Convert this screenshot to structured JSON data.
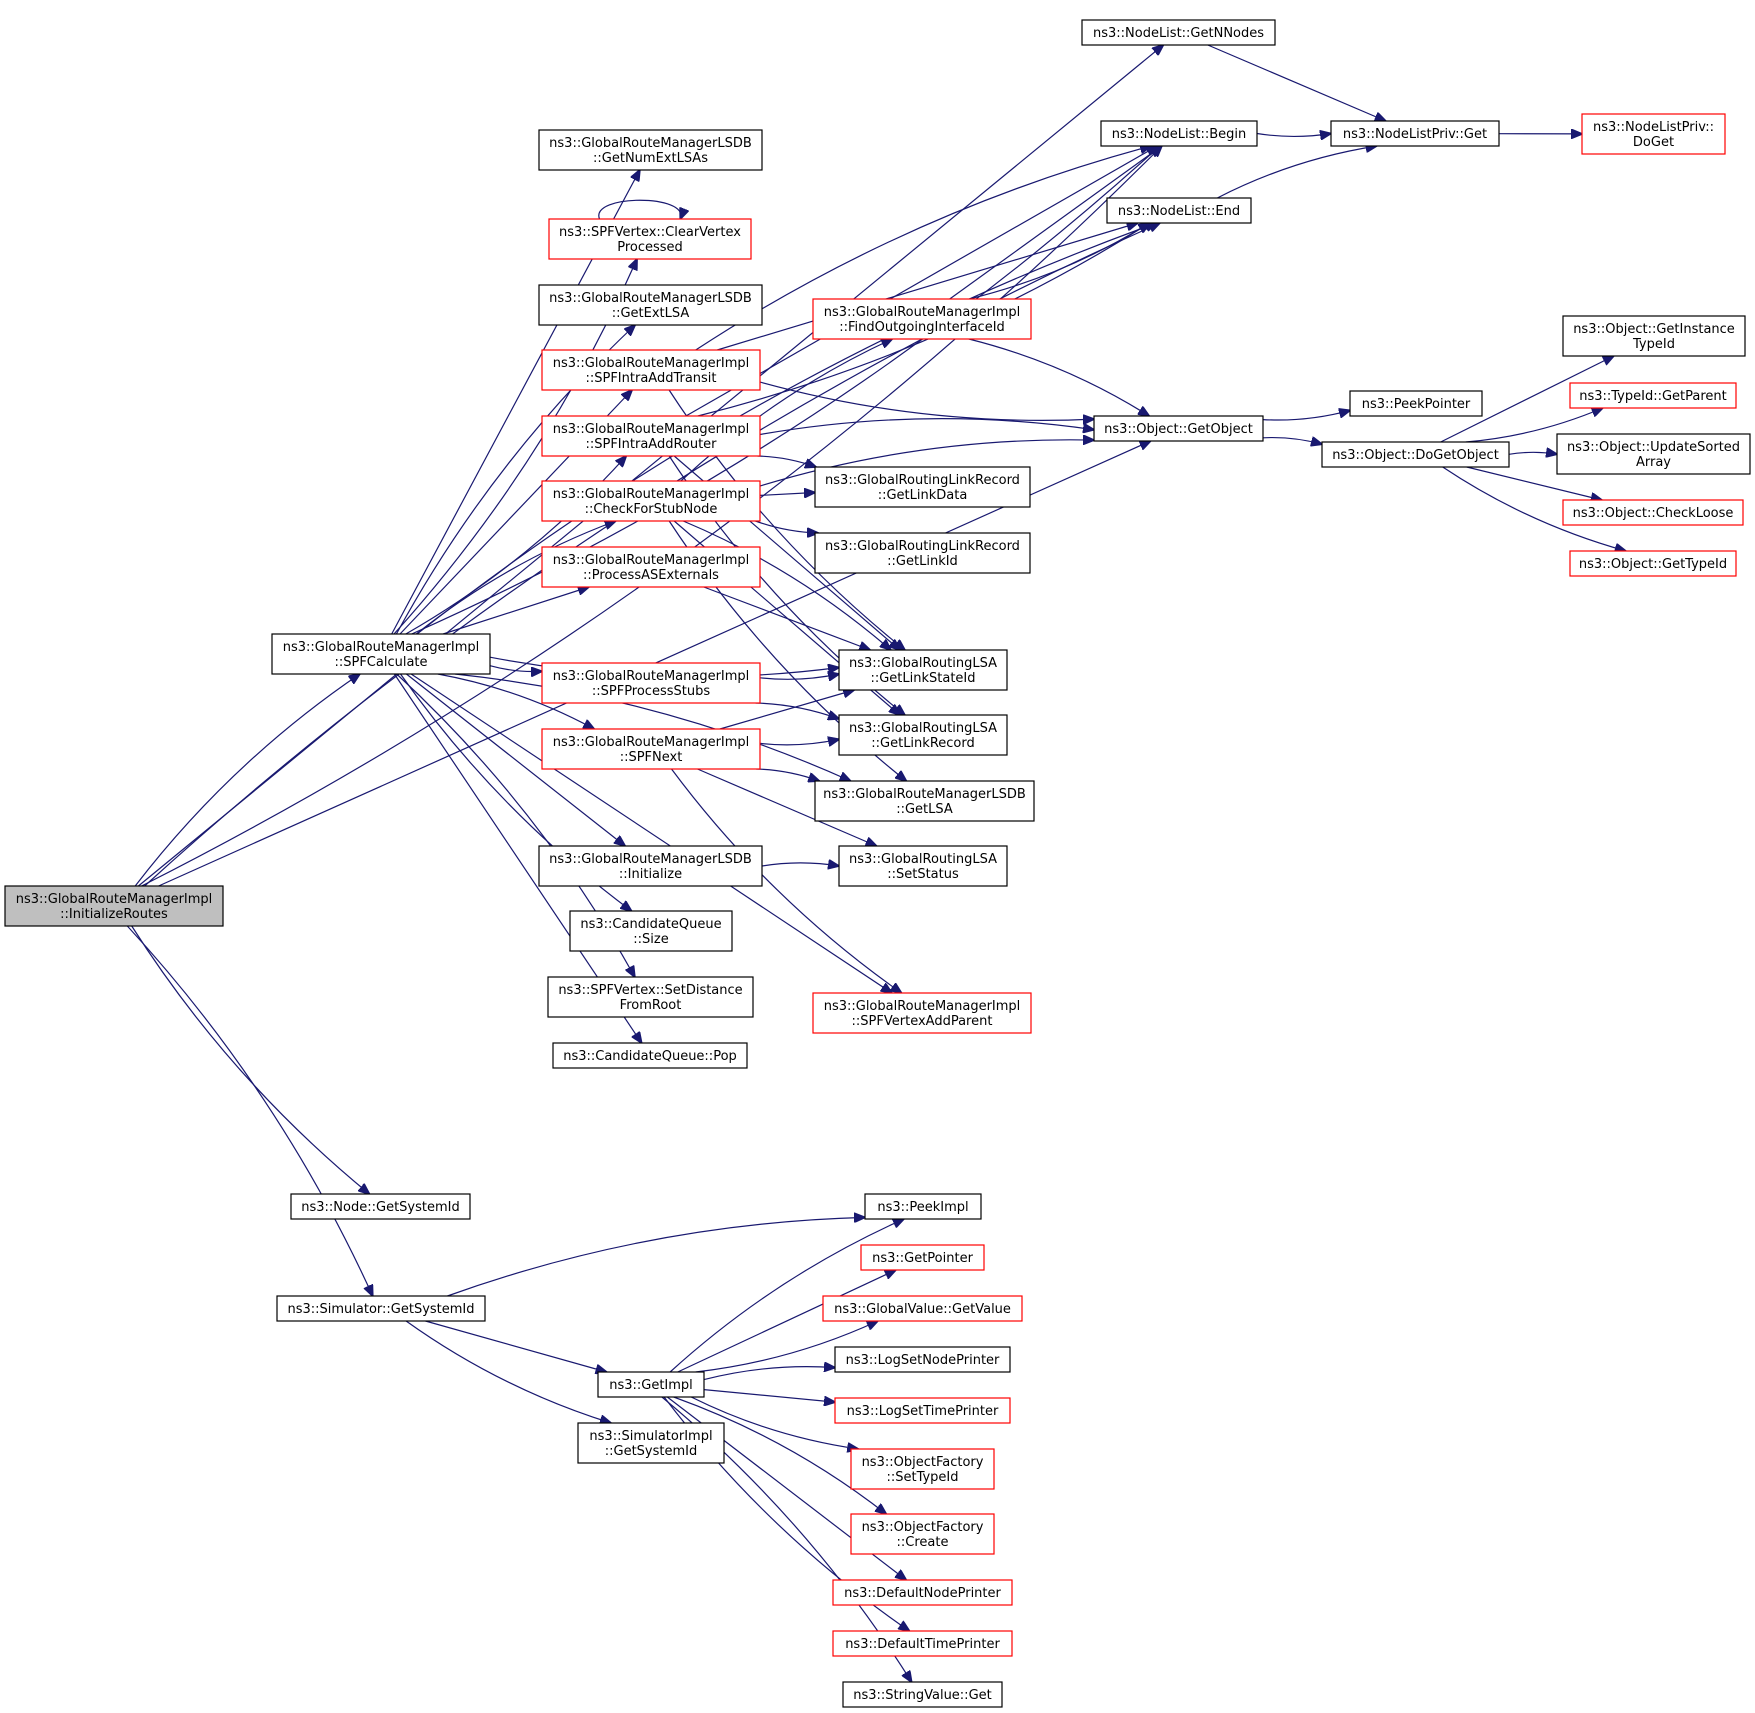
{
  "title": "ns3::GlobalRouteManagerImpl::InitializeRoutes call graph",
  "colors": {
    "edge": "#191970",
    "documented_border": "#000000",
    "undocumented_border": "#ff0000",
    "root_fill": "#bfbfbf"
  },
  "nodes": [
    {
      "id": "initroutes",
      "lines": [
        "ns3::GlobalRouteManagerImpl",
        "::InitializeRoutes"
      ],
      "style": "root"
    },
    {
      "id": "spfcalc",
      "lines": [
        "ns3::GlobalRouteManagerImpl",
        "::SPFCalculate"
      ],
      "style": "black"
    },
    {
      "id": "nodegetsysid",
      "lines": [
        "ns3::Node::GetSystemId"
      ],
      "style": "black"
    },
    {
      "id": "simgetsysid",
      "lines": [
        "ns3::Simulator::GetSystemId"
      ],
      "style": "black"
    },
    {
      "id": "getnumext",
      "lines": [
        "ns3::GlobalRouteManagerLSDB",
        "::GetNumExtLSAs"
      ],
      "style": "black"
    },
    {
      "id": "clearvertex",
      "lines": [
        "ns3::SPFVertex::ClearVertex",
        "Processed"
      ],
      "style": "red"
    },
    {
      "id": "getextlsa",
      "lines": [
        "ns3::GlobalRouteManagerLSDB",
        "::GetExtLSA"
      ],
      "style": "black"
    },
    {
      "id": "addtransit",
      "lines": [
        "ns3::GlobalRouteManagerImpl",
        "::SPFIntraAddTransit"
      ],
      "style": "red"
    },
    {
      "id": "addrouter",
      "lines": [
        "ns3::GlobalRouteManagerImpl",
        "::SPFIntraAddRouter"
      ],
      "style": "red"
    },
    {
      "id": "checkstub",
      "lines": [
        "ns3::GlobalRouteManagerImpl",
        "::CheckForStubNode"
      ],
      "style": "red"
    },
    {
      "id": "processas",
      "lines": [
        "ns3::GlobalRouteManagerImpl",
        "::ProcessASExternals"
      ],
      "style": "red"
    },
    {
      "id": "processstubs",
      "lines": [
        "ns3::GlobalRouteManagerImpl",
        "::SPFProcessStubs"
      ],
      "style": "red"
    },
    {
      "id": "spfnext",
      "lines": [
        "ns3::GlobalRouteManagerImpl",
        "::SPFNext"
      ],
      "style": "red"
    },
    {
      "id": "lsdbinit",
      "lines": [
        "ns3::GlobalRouteManagerLSDB",
        "::Initialize"
      ],
      "style": "black"
    },
    {
      "id": "cqsize",
      "lines": [
        "ns3::CandidateQueue",
        "::Size"
      ],
      "style": "black"
    },
    {
      "id": "setdist",
      "lines": [
        "ns3::SPFVertex::SetDistance",
        "FromRoot"
      ],
      "style": "black"
    },
    {
      "id": "cqpop",
      "lines": [
        "ns3::CandidateQueue::Pop"
      ],
      "style": "black"
    },
    {
      "id": "getimpl",
      "lines": [
        "ns3::GetImpl"
      ],
      "style": "black"
    },
    {
      "id": "simimplsysid",
      "lines": [
        "ns3::SimulatorImpl",
        "::GetSystemId"
      ],
      "style": "black"
    },
    {
      "id": "getnnodes",
      "lines": [
        "ns3::NodeList::GetNNodes"
      ],
      "style": "black"
    },
    {
      "id": "nlbegin",
      "lines": [
        "ns3::NodeList::Begin"
      ],
      "style": "black"
    },
    {
      "id": "nlend",
      "lines": [
        "ns3::NodeList::End"
      ],
      "style": "black"
    },
    {
      "id": "findout",
      "lines": [
        "ns3::GlobalRouteManagerImpl",
        "::FindOutgoingInterfaceId"
      ],
      "style": "red"
    },
    {
      "id": "getobject",
      "lines": [
        "ns3::Object::GetObject"
      ],
      "style": "black"
    },
    {
      "id": "getlinkdata",
      "lines": [
        "ns3::GlobalRoutingLinkRecord",
        "::GetLinkData"
      ],
      "style": "black"
    },
    {
      "id": "getlinkid",
      "lines": [
        "ns3::GlobalRoutingLinkRecord",
        "::GetLinkId"
      ],
      "style": "black"
    },
    {
      "id": "getlinkstateid",
      "lines": [
        "ns3::GlobalRoutingLSA",
        "::GetLinkStateId"
      ],
      "style": "black"
    },
    {
      "id": "getlinkrecord",
      "lines": [
        "ns3::GlobalRoutingLSA",
        "::GetLinkRecord"
      ],
      "style": "black"
    },
    {
      "id": "getlsa",
      "lines": [
        "ns3::GlobalRouteManagerLSDB",
        "::GetLSA"
      ],
      "style": "black"
    },
    {
      "id": "setstatus",
      "lines": [
        "ns3::GlobalRoutingLSA",
        "::SetStatus"
      ],
      "style": "black"
    },
    {
      "id": "addparent",
      "lines": [
        "ns3::GlobalRouteManagerImpl",
        "::SPFVertexAddParent"
      ],
      "style": "red"
    },
    {
      "id": "peekimpl",
      "lines": [
        "ns3::PeekImpl"
      ],
      "style": "black"
    },
    {
      "id": "getpointer",
      "lines": [
        "ns3::GetPointer"
      ],
      "style": "red"
    },
    {
      "id": "gvgetvalue",
      "lines": [
        "ns3::GlobalValue::GetValue"
      ],
      "style": "red"
    },
    {
      "id": "lognodeprinter",
      "lines": [
        "ns3::LogSetNodePrinter"
      ],
      "style": "black"
    },
    {
      "id": "logtimeprinter",
      "lines": [
        "ns3::LogSetTimePrinter"
      ],
      "style": "red"
    },
    {
      "id": "ofsettypeid",
      "lines": [
        "ns3::ObjectFactory",
        "::SetTypeId"
      ],
      "style": "red"
    },
    {
      "id": "ofcreate",
      "lines": [
        "ns3::ObjectFactory",
        "::Create"
      ],
      "style": "red"
    },
    {
      "id": "defnodeprinter",
      "lines": [
        "ns3::DefaultNodePrinter"
      ],
      "style": "red"
    },
    {
      "id": "deftimeprinter",
      "lines": [
        "ns3::DefaultTimePrinter"
      ],
      "style": "red"
    },
    {
      "id": "strvalget",
      "lines": [
        "ns3::StringValue::Get"
      ],
      "style": "black"
    },
    {
      "id": "nlprivget",
      "lines": [
        "ns3::NodeListPriv::Get"
      ],
      "style": "black"
    },
    {
      "id": "peekpointer",
      "lines": [
        "ns3::PeekPointer"
      ],
      "style": "black"
    },
    {
      "id": "dogetobject",
      "lines": [
        "ns3::Object::DoGetObject"
      ],
      "style": "black"
    },
    {
      "id": "nlprivdoget",
      "lines": [
        "ns3::NodeListPriv::",
        "DoGet"
      ],
      "style": "red"
    },
    {
      "id": "getinsttypeid",
      "lines": [
        "ns3::Object::GetInstance",
        "TypeId"
      ],
      "style": "black"
    },
    {
      "id": "tidgetparent",
      "lines": [
        "ns3::TypeId::GetParent"
      ],
      "style": "red"
    },
    {
      "id": "updatesorted",
      "lines": [
        "ns3::Object::UpdateSorted",
        "Array"
      ],
      "style": "black"
    },
    {
      "id": "checkloose",
      "lines": [
        "ns3::Object::CheckLoose"
      ],
      "style": "red"
    },
    {
      "id": "objgettypeid",
      "lines": [
        "ns3::Object::GetTypeId"
      ],
      "style": "red"
    }
  ],
  "edges": [
    [
      "initroutes",
      "spfcalc"
    ],
    [
      "initroutes",
      "getnnodes"
    ],
    [
      "initroutes",
      "nlbegin"
    ],
    [
      "initroutes",
      "nlend"
    ],
    [
      "initroutes",
      "getobject"
    ],
    [
      "initroutes",
      "nodegetsysid"
    ],
    [
      "initroutes",
      "simgetsysid"
    ],
    [
      "spfcalc",
      "getnumext"
    ],
    [
      "spfcalc",
      "clearvertex"
    ],
    [
      "spfcalc",
      "getextlsa"
    ],
    [
      "spfcalc",
      "addtransit"
    ],
    [
      "spfcalc",
      "addrouter"
    ],
    [
      "spfcalc",
      "checkstub"
    ],
    [
      "spfcalc",
      "processas"
    ],
    [
      "spfcalc",
      "processstubs"
    ],
    [
      "spfcalc",
      "spfnext"
    ],
    [
      "spfcalc",
      "lsdbinit"
    ],
    [
      "spfcalc",
      "cqsize"
    ],
    [
      "spfcalc",
      "setdist"
    ],
    [
      "spfcalc",
      "cqpop"
    ],
    [
      "spfcalc",
      "getlinkstateid"
    ],
    [
      "spfcalc",
      "getlsa"
    ],
    [
      "spfcalc",
      "addparent"
    ],
    [
      "spfcalc",
      "nlbegin"
    ],
    [
      "spfcalc",
      "nlend"
    ],
    [
      "clearvertex",
      "clearvertex"
    ],
    [
      "addtransit",
      "getobject"
    ],
    [
      "addtransit",
      "nlbegin"
    ],
    [
      "addtransit",
      "nlend"
    ],
    [
      "addtransit",
      "getlinkstateid"
    ],
    [
      "addrouter",
      "getobject"
    ],
    [
      "addrouter",
      "nlbegin"
    ],
    [
      "addrouter",
      "nlend"
    ],
    [
      "addrouter",
      "getlinkdata"
    ],
    [
      "addrouter",
      "getlinkstateid"
    ],
    [
      "addrouter",
      "getlinkrecord"
    ],
    [
      "checkstub",
      "findout"
    ],
    [
      "checkstub",
      "getlinkdata"
    ],
    [
      "checkstub",
      "getlinkid"
    ],
    [
      "checkstub",
      "getlinkstateid"
    ],
    [
      "checkstub",
      "getlinkrecord"
    ],
    [
      "checkstub",
      "getlsa"
    ],
    [
      "checkstub",
      "getobject"
    ],
    [
      "processas",
      "getlinkstateid"
    ],
    [
      "processstubs",
      "getlinkstateid"
    ],
    [
      "processstubs",
      "getlinkrecord"
    ],
    [
      "spfnext",
      "getlinkstateid"
    ],
    [
      "spfnext",
      "getlinkrecord"
    ],
    [
      "spfnext",
      "getlsa"
    ],
    [
      "spfnext",
      "setstatus"
    ],
    [
      "spfnext",
      "addparent"
    ],
    [
      "lsdbinit",
      "setstatus"
    ],
    [
      "findout",
      "nlbegin"
    ],
    [
      "findout",
      "nlend"
    ],
    [
      "findout",
      "getobject"
    ],
    [
      "getnnodes",
      "nlprivget"
    ],
    [
      "nlbegin",
      "nlprivget"
    ],
    [
      "nlend",
      "nlprivget"
    ],
    [
      "nlprivget",
      "nlprivdoget"
    ],
    [
      "getobject",
      "peekpointer"
    ],
    [
      "getobject",
      "dogetobject"
    ],
    [
      "dogetobject",
      "getinsttypeid"
    ],
    [
      "dogetobject",
      "tidgetparent"
    ],
    [
      "dogetobject",
      "updatesorted"
    ],
    [
      "dogetobject",
      "checkloose"
    ],
    [
      "dogetobject",
      "objgettypeid"
    ],
    [
      "simgetsysid",
      "peekimpl"
    ],
    [
      "simgetsysid",
      "getimpl"
    ],
    [
      "simgetsysid",
      "simimplsysid"
    ],
    [
      "getimpl",
      "peekimpl"
    ],
    [
      "getimpl",
      "getpointer"
    ],
    [
      "getimpl",
      "gvgetvalue"
    ],
    [
      "getimpl",
      "lognodeprinter"
    ],
    [
      "getimpl",
      "logtimeprinter"
    ],
    [
      "getimpl",
      "ofsettypeid"
    ],
    [
      "getimpl",
      "ofcreate"
    ],
    [
      "getimpl",
      "defnodeprinter"
    ],
    [
      "getimpl",
      "deftimeprinter"
    ],
    [
      "getimpl",
      "strvalget"
    ]
  ]
}
